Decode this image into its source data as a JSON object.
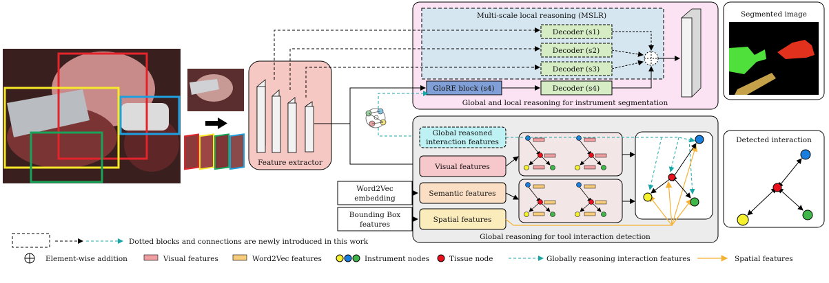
{
  "colors": {
    "mslr_bg": "#d6e6f0",
    "seg_bg": "#fbe3f3",
    "det_bg": "#ececec",
    "feat_bg": "#f6c8c4",
    "decoder_fill": "#d5ecc4",
    "glore_fill": "#7f9fd6",
    "glob_feat_fill": "#bdf1f3",
    "visual_feat_fill": "#f6c8cb",
    "semantic_feat_fill": "#fbdfc4",
    "spatial_feat_fill": "#fbecbc",
    "visual_bar": "#ef9fa2",
    "w2v_bar": "#f7cc7c",
    "node_yellow": "#f6f12e",
    "node_blue": "#1a7fdc",
    "node_green": "#3fb54a",
    "node_red": "#e8101c",
    "teal_arrow": "#1aa6a6",
    "orange_arrow": "#f5b133",
    "bbox_red": "#e3242b",
    "bbox_yellow": "#f7e829",
    "bbox_green": "#18a35a",
    "bbox_blue": "#1e9fe0"
  },
  "labels": {
    "mslr_title": "Multi-scale local reasoning (MSLR)",
    "decoder_s1": "Decoder (s1)",
    "decoder_s2": "Decoder (s2)",
    "decoder_s3": "Decoder (s3)",
    "decoder_s4": "Decoder (s4)",
    "glore_block": "GloRE block (s4)",
    "seg_section": "Global and local reasoning for instrument segmentation",
    "segmented_image": "Segmented image",
    "feature_extractor": "Feature extractor",
    "global_reasoned_1": "Global reasoned",
    "global_reasoned_2": "interaction features",
    "visual_features": "Visual features",
    "semantic_features": "Semantic features",
    "spatial_features": "Spatial features",
    "word2vec_1": "Word2Vec",
    "word2vec_2": "embedding",
    "bbox_1": "Bounding Box",
    "bbox_2": "features",
    "det_section": "Global reasoning for tool interaction detection",
    "detected_interaction": "Detected interaction"
  },
  "legend": {
    "dotted_note": "Dotted blocks and connections are newly introduced in this work",
    "element_wise": "Element-wise addition",
    "visual_features": "Visual features",
    "word2vec_features": "Word2Vec features",
    "instrument_nodes": "Instrument nodes",
    "tissue_node": "Tissue node",
    "global_arrow": "Globally reasoning interaction features",
    "spatial_arrow": "Spatial features"
  }
}
